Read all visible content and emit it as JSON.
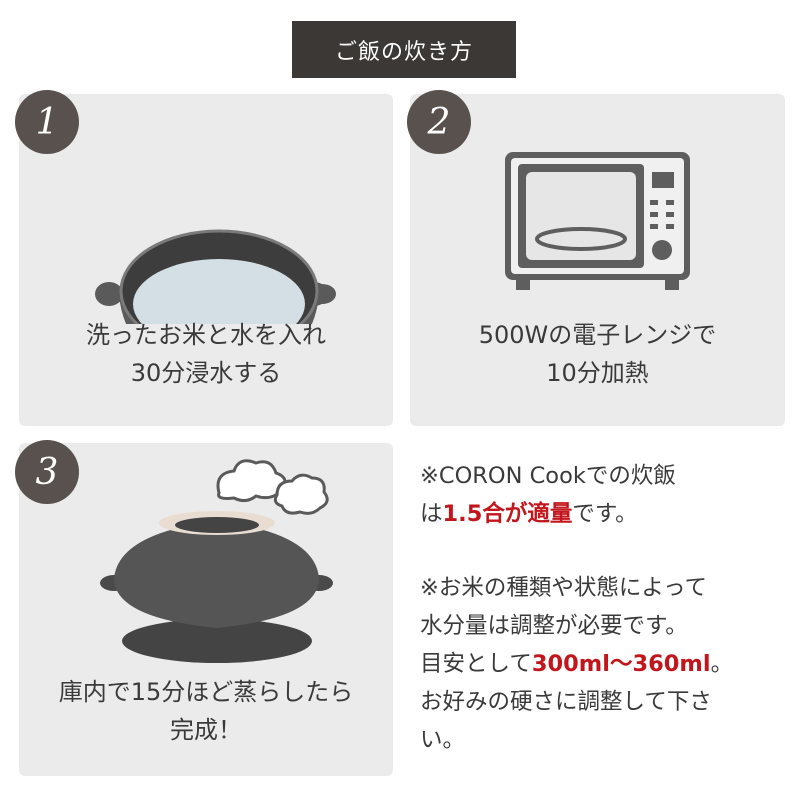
{
  "title": "ご飯の炊き方",
  "steps": [
    {
      "number": "1",
      "line1": "洗ったお米と水を入れ",
      "line2": "30分浸水する"
    },
    {
      "number": "2",
      "line1": "500Wの電子レンジで",
      "line2": "10分加熱"
    },
    {
      "number": "3",
      "line1": "庫内で15分ほど蒸らしたら",
      "line2": "完成！"
    }
  ],
  "notes": {
    "n1_a": "※CORON Cookでの炊飯",
    "n1_b_pre": "は",
    "n1_b_red": "1.5合が適量",
    "n1_b_post": "です。",
    "n2_a": "※お米の種類や状態によって",
    "n2_b": "水分量は調整が必要です。",
    "n2_c_pre": "目安として",
    "n2_c_red": "300ml〜360ml",
    "n2_c_post": "。",
    "n2_d": "お好みの硬さに調整して下さ",
    "n2_e": "い。"
  },
  "colors": {
    "accent_red": "#c3161c",
    "badge": "#59514e",
    "card": "#ebebeb",
    "title_bg": "#3b3836"
  }
}
